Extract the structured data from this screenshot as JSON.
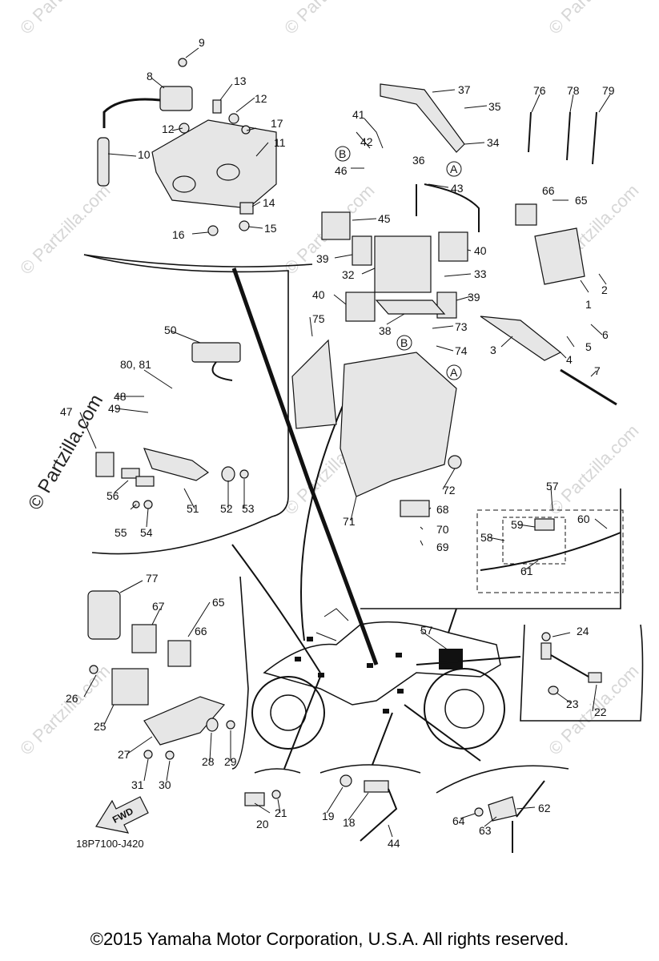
{
  "diagram": {
    "drawing_code": "18P7100-J420",
    "copyright": "©2015  Yamaha Motor Corporation, U.S.A. All rights reserved.",
    "watermark": "© Partzilla.com",
    "fwd_label": "FWD",
    "reference_marks": [
      "A",
      "B"
    ],
    "callouts": {
      "c1": "1",
      "c2": "2",
      "c3": "3",
      "c4": "4",
      "c5": "5",
      "c6": "6",
      "c7": "7",
      "c8": "8",
      "c9": "9",
      "c10": "10",
      "c11": "11",
      "c12a": "12",
      "c12b": "12",
      "c13": "13",
      "c14": "14",
      "c15": "15",
      "c16": "16",
      "c17": "17",
      "c18": "18",
      "c19": "19",
      "c20": "20",
      "c21": "21",
      "c22": "22",
      "c23": "23",
      "c24": "24",
      "c25": "25",
      "c26": "26",
      "c27": "27",
      "c28": "28",
      "c29": "29",
      "c30": "30",
      "c31": "31",
      "c32": "32",
      "c33": "33",
      "c34": "34",
      "c35": "35",
      "c36": "36",
      "c37": "37",
      "c38": "38",
      "c39a": "39",
      "c39b": "39",
      "c40a": "40",
      "c40b": "40",
      "c41": "41",
      "c42": "42",
      "c43": "43",
      "c44": "44",
      "c45": "45",
      "c46": "46",
      "c47": "47",
      "c48": "48",
      "c49": "49",
      "c50": "50",
      "c51": "51",
      "c52": "52",
      "c53": "53",
      "c54": "54",
      "c55": "55",
      "c56": "56",
      "c57a": "57",
      "c57b": "57",
      "c58": "58",
      "c59": "59",
      "c60": "60",
      "c61": "61",
      "c62": "62",
      "c63": "63",
      "c64": "64",
      "c65a": "65",
      "c65b": "65",
      "c66a": "66",
      "c66b": "66",
      "c67": "67",
      "c68": "68",
      "c69": "69",
      "c70": "70",
      "c71": "71",
      "c72": "72",
      "c73": "73",
      "c74": "74",
      "c75": "75",
      "c76": "76",
      "c77": "77",
      "c78": "78",
      "c79": "79",
      "c8081": "80, 81"
    }
  }
}
